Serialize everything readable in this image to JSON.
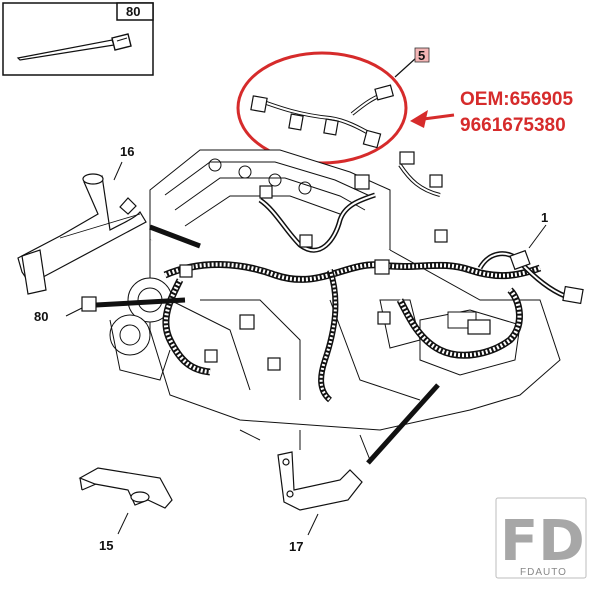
{
  "callouts": {
    "top_box": "80",
    "part_5": "5",
    "part_16": "16",
    "part_1": "1",
    "part_80": "80",
    "part_15": "15",
    "part_17": "17"
  },
  "oem": {
    "line1": "OEM:656905",
    "line2": "9661675380"
  },
  "logo": {
    "mark": "FD",
    "sub": "FDAUTO"
  },
  "colors": {
    "highlight": "#d62b2b",
    "ink": "#111111",
    "label_box_fill": "#f3b5b5"
  }
}
